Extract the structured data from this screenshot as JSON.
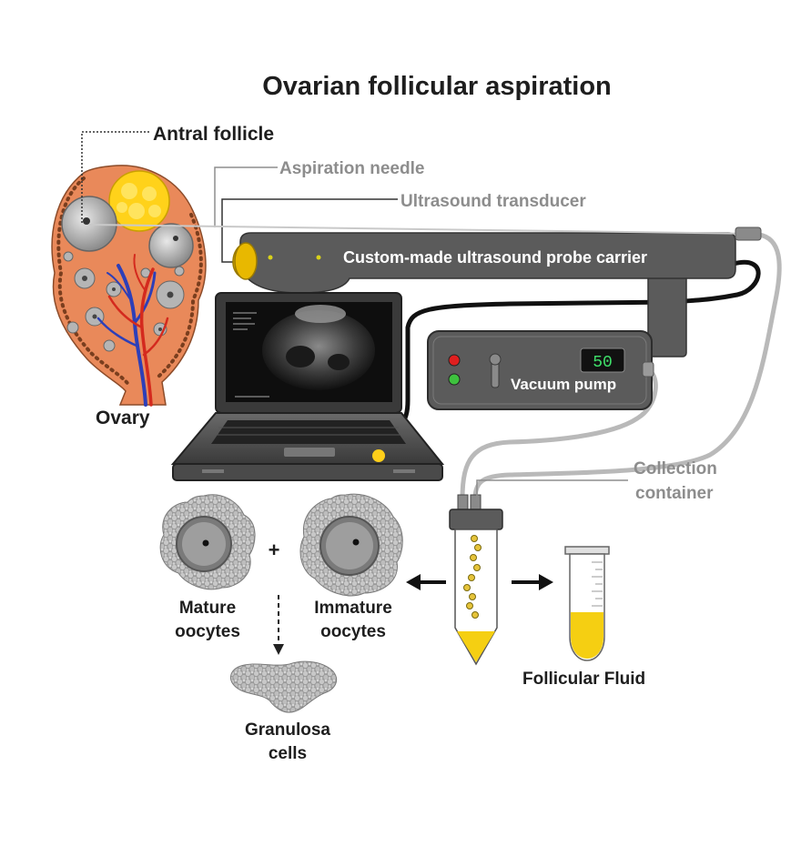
{
  "title": "Ovarian follicular aspiration",
  "labels": {
    "antral_follicle": "Antral follicle",
    "aspiration_needle": "Aspiration needle",
    "ultrasound_transducer": "Ultrasound transducer",
    "probe_carrier": "Custom-made ultrasound probe carrier",
    "ovary": "Ovary",
    "vacuum_pump": "Vacuum pump",
    "pump_display": "50",
    "collection_container_line1": "Collection",
    "collection_container_line2": "container",
    "plus": "+",
    "mature_line1": "Mature",
    "mature_line2": "oocytes",
    "immature_line1": "Immature",
    "immature_line2": "oocytes",
    "granulosa_line1": "Granulosa",
    "granulosa_line2": "cells",
    "follicular_fluid": "Follicular Fluid"
  },
  "colors": {
    "device_gray": "#5b5b5b",
    "ovary_orange": "#e9895a",
    "follicle_yellow": "#ffd21a",
    "fluid_yellow": "#f5cf12",
    "vein_blue": "#2d3fb8",
    "artery_red": "#d42a1e",
    "led_red": "#e01f1f",
    "led_green": "#3ec23e",
    "label_gray": "#8d8d8d"
  }
}
